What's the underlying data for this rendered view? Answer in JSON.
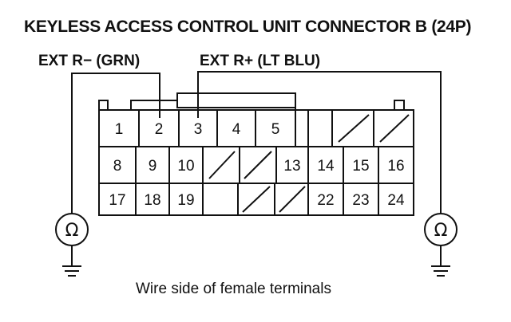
{
  "title": "KEYLESS ACCESS CONTROL UNIT CONNECTOR B (24P)",
  "wires": {
    "ext_r_minus": "EXT R− (GRN)",
    "ext_r_plus": "EXT R+ (LT BLU)"
  },
  "caption": "Wire side of female terminals",
  "meter_symbol": "Ω",
  "terminals": {
    "t1": "1",
    "t2": "2",
    "t3": "3",
    "t4": "4",
    "t5": "5",
    "t8": "8",
    "t9": "9",
    "t10": "10",
    "t13": "13",
    "t14": "14",
    "t15": "15",
    "t16": "16",
    "t17": "17",
    "t18": "18",
    "t19": "19",
    "t22": "22",
    "t23": "23",
    "t24": "24"
  }
}
